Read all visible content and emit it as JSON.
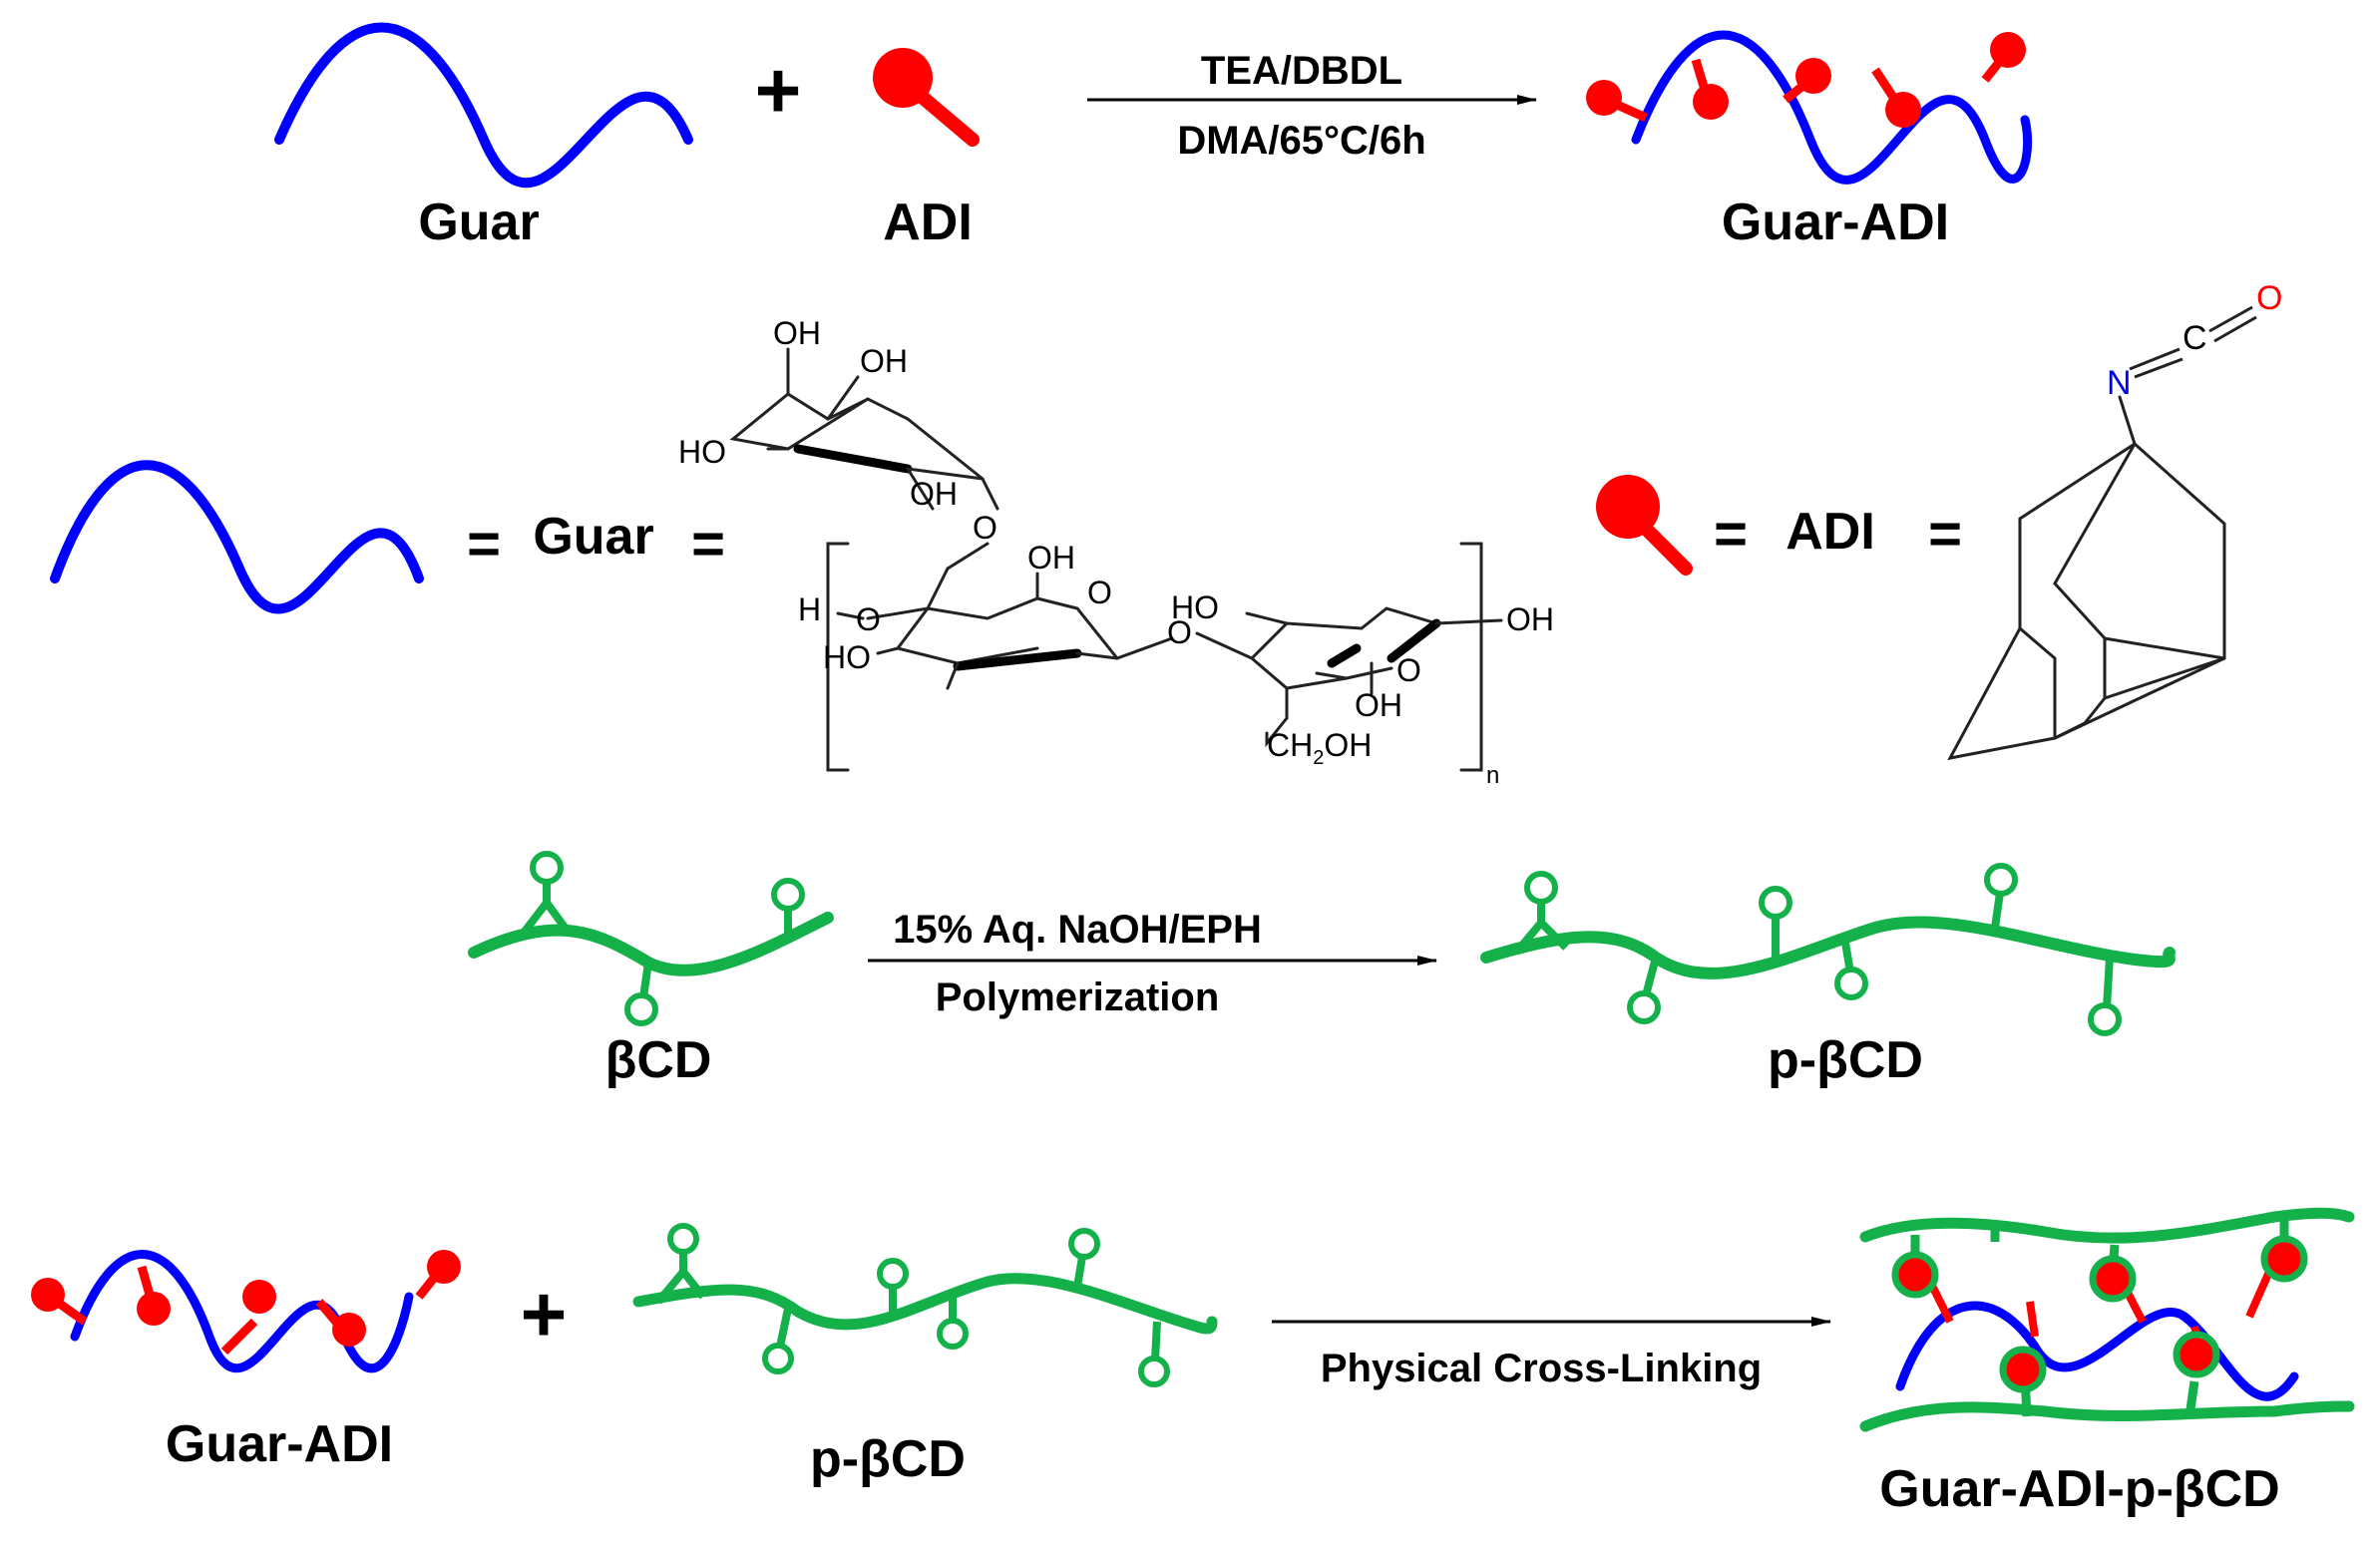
{
  "row1": {
    "guar_label": "Guar",
    "plus": "+",
    "adi_label": "ADI",
    "arrow_top": "TEA/DBDL",
    "arrow_bottom": "DMA/65°C/6h",
    "product_label": "Guar-ADI"
  },
  "row2": {
    "equals": "=",
    "guar_label": "Guar",
    "adi_label": "ADI",
    "guar_struct": {
      "oh_top1": "OH",
      "oh_top2": "OH",
      "ho_left_upper": "HO",
      "oh_upper_ring": "OH",
      "o_link": "O",
      "oh_mid": "OH",
      "o_ring_mid": "O",
      "h_end": "H",
      "o_left": "O",
      "ho_left_lower": "HO",
      "o_glyco": "O",
      "ho_right_ring": "HO",
      "oh_right": "OH",
      "o_right_ring": "O",
      "oh_lower": "OH",
      "ch2oh": "CH",
      "ch2oh_sub": "2",
      "ch2oh_tail": "OH",
      "n_sub": "n"
    },
    "adi_struct": {
      "n": "N",
      "c": "C",
      "o": "O"
    }
  },
  "row3": {
    "arrow_top": "15% Aq. NaOH/EPH",
    "arrow_bottom": "Polymerization",
    "bcd_label": "βCD",
    "pbcd_label": "p-βCD"
  },
  "row4": {
    "guar_adi_label": "Guar-ADI",
    "plus": "+",
    "pbcd_label": "p-βCD",
    "arrow_label": "Physical Cross-Linking",
    "product_label": "Guar-ADI-p-βCD"
  },
  "colors": {
    "guar": "#0000ff",
    "adi": "#ff0000",
    "cd": "#14b14b",
    "text": "#000000",
    "heteroatom_n": "#0000ff",
    "heteroatom_o": "#ff0000"
  }
}
